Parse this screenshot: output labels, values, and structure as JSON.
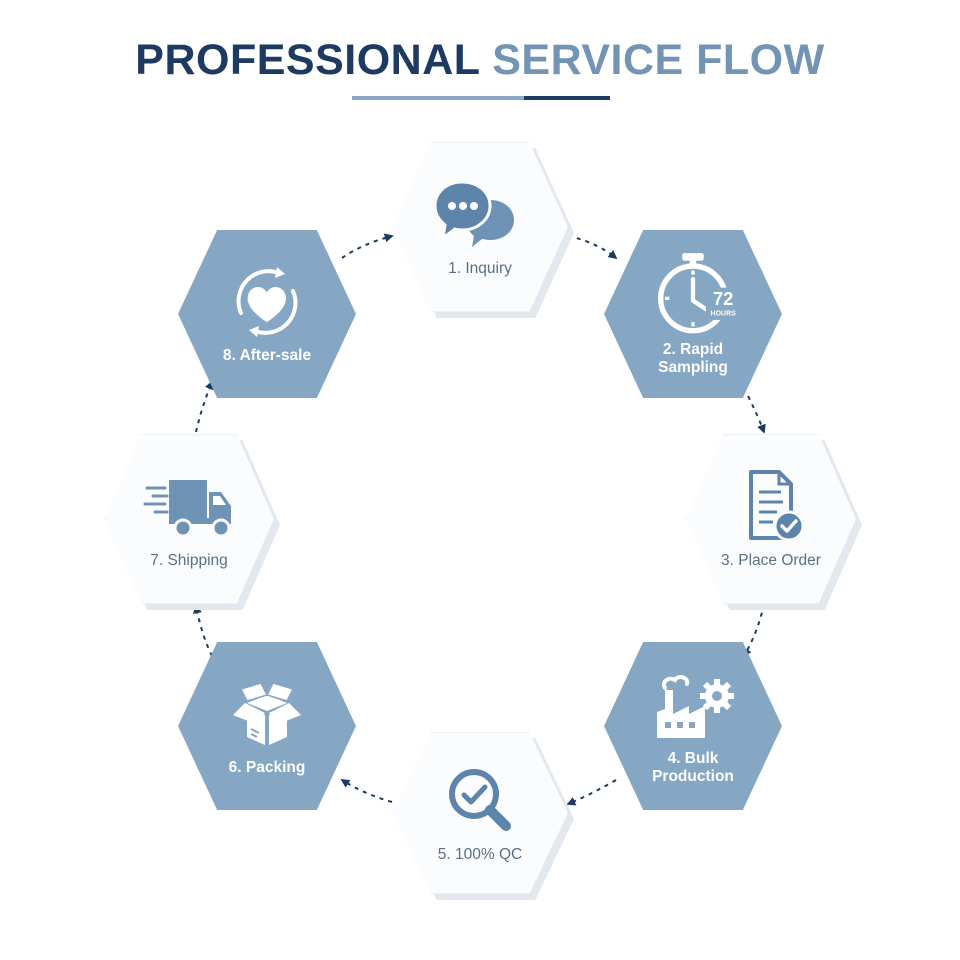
{
  "title": {
    "part1": "PROFESSIONAL",
    "part2": "SERVICE FLOW"
  },
  "colors": {
    "navy": "#1d3a60",
    "steel": "#7394b4",
    "tile_dark": "#86a7c3",
    "tile_light": "#fbfcfd",
    "icon_light": "#6f93b5"
  },
  "steps": [
    {
      "label": "1. Inquiry",
      "icon": "chat-bubbles-icon",
      "style": "light"
    },
    {
      "label": "2. Rapid Sampling",
      "icon": "stopwatch-72-hours-icon",
      "badge_number": "72",
      "badge_unit": "HOURS",
      "style": "dark"
    },
    {
      "label": "3. Place Order",
      "icon": "document-check-icon",
      "style": "light"
    },
    {
      "label": "4. Bulk Production",
      "icon": "factory-gear-icon",
      "style": "dark"
    },
    {
      "label": "5. 100% QC",
      "icon": "magnifier-check-icon",
      "style": "light"
    },
    {
      "label": "6. Packing",
      "icon": "open-box-icon",
      "style": "dark"
    },
    {
      "label": "7. Shipping",
      "icon": "delivery-truck-icon",
      "style": "light"
    },
    {
      "label": "8. After-sale",
      "icon": "heart-cycle-icon",
      "style": "dark"
    }
  ]
}
